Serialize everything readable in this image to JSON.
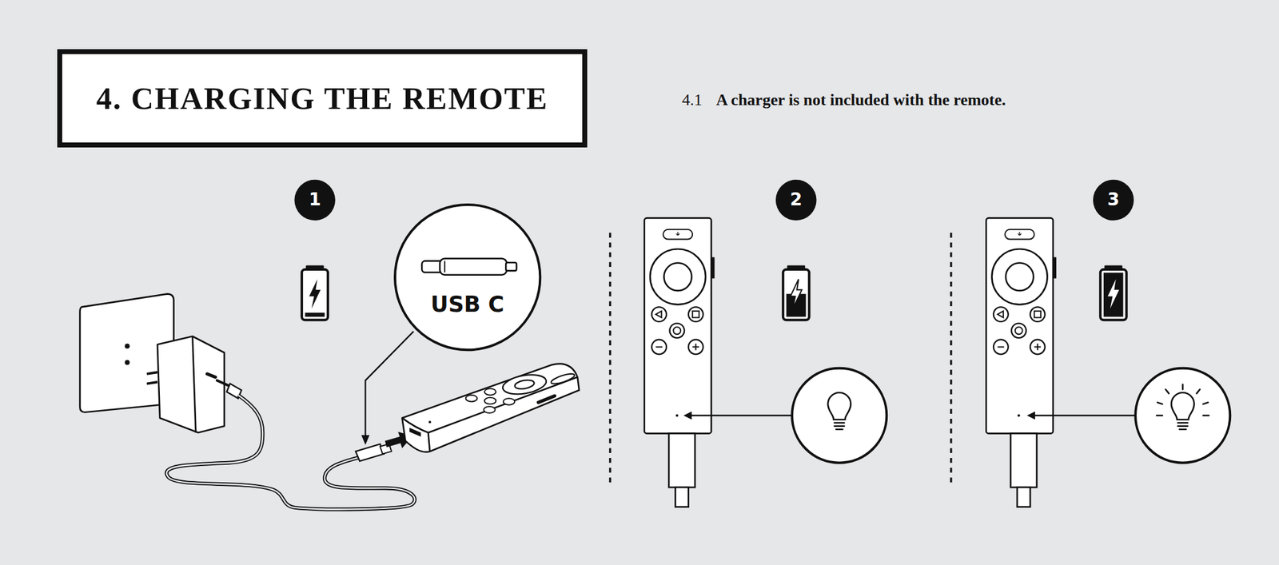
{
  "diagram": {
    "title": "4. CHARGING THE REMOTE",
    "nodes": [
      {
        "text": [
          "USB C"
        ]
      }
    ],
    "labels": [
      "4.1",
      "A charger is not included with the remote.",
      "1",
      "2",
      "3"
    ]
  }
}
